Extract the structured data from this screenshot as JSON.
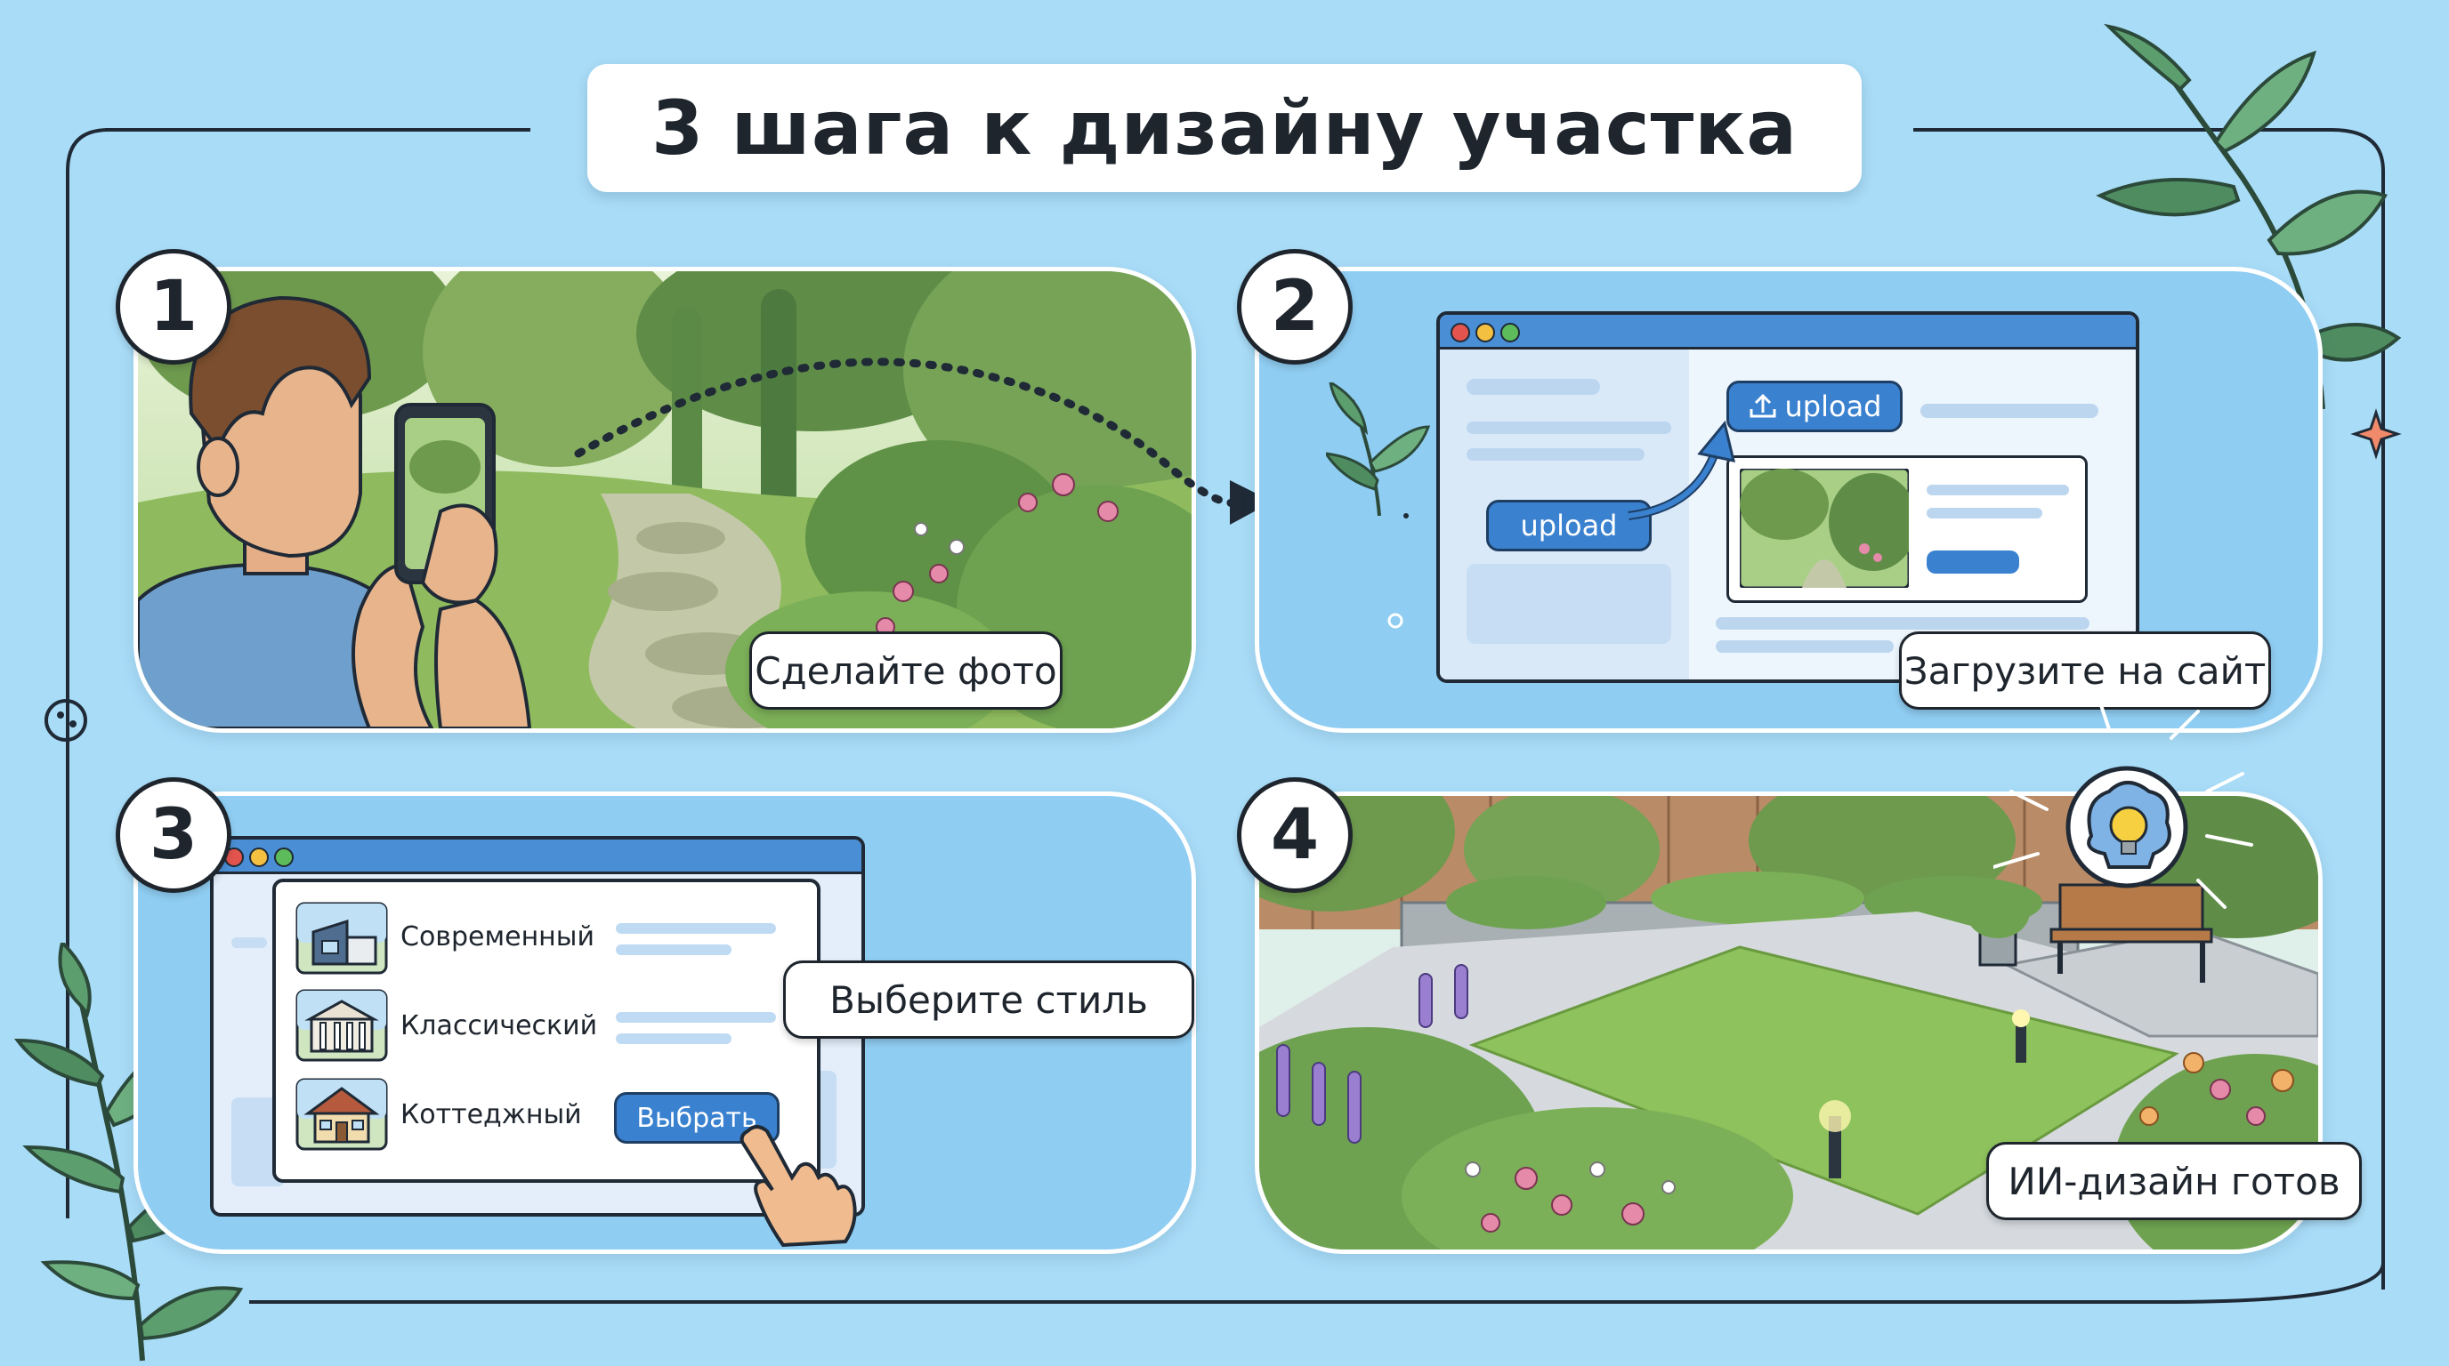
{
  "title": "3 шага к дизайну участка",
  "colors": {
    "background": "#a9dcf7",
    "accent": "#3a82cf",
    "ink": "#1e252d",
    "panel_blue": "#8fcdf2"
  },
  "steps": [
    {
      "number": "1",
      "caption": "Сделайте фото"
    },
    {
      "number": "2",
      "caption": "Загрузите на сайт",
      "buttons": [
        "upload",
        "upload"
      ]
    },
    {
      "number": "3",
      "caption": "Выберите стиль",
      "styles": [
        "Современный",
        "Классический",
        "Коттеджный"
      ],
      "choose_button": "Выбрать"
    },
    {
      "number": "4",
      "caption": "ИИ-дизайн готов"
    }
  ],
  "icons": [
    "leaf-icon",
    "sparkle-icon",
    "brain-lightbulb-icon",
    "hand-pointer-icon",
    "upload-icon",
    "smartphone-icon"
  ]
}
